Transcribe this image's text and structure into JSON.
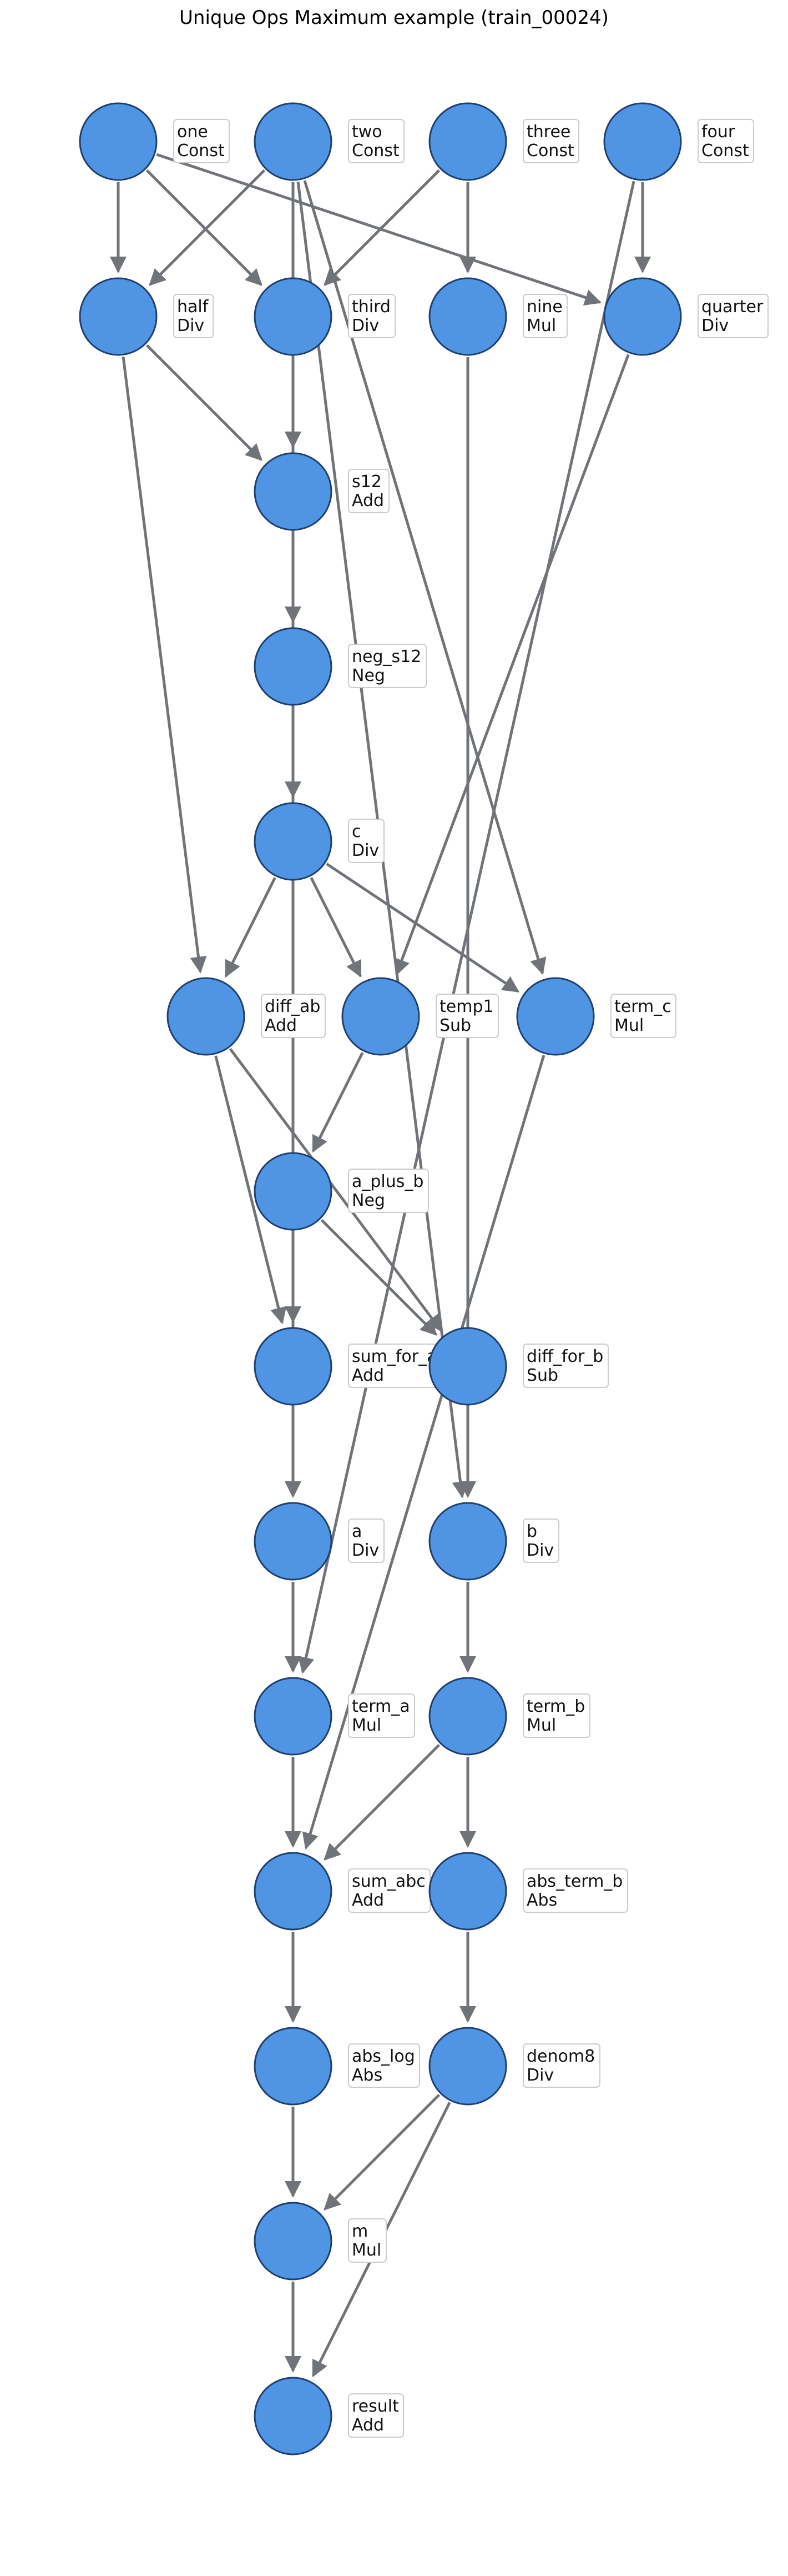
{
  "title": "Unique Ops Maximum example (train_00024)",
  "colors": {
    "node_fill": "#5095e3",
    "node_stroke": "#1f3f6e",
    "edge": "#707478"
  },
  "nodes": [
    {
      "id": "one",
      "op": "Const"
    },
    {
      "id": "two",
      "op": "Const"
    },
    {
      "id": "three",
      "op": "Const"
    },
    {
      "id": "four",
      "op": "Const"
    },
    {
      "id": "half",
      "op": "Div"
    },
    {
      "id": "third",
      "op": "Div"
    },
    {
      "id": "nine",
      "op": "Mul"
    },
    {
      "id": "quarter",
      "op": "Div"
    },
    {
      "id": "s12",
      "op": "Add"
    },
    {
      "id": "neg_s12",
      "op": "Neg"
    },
    {
      "id": "c",
      "op": "Div"
    },
    {
      "id": "diff_ab",
      "op": "Add"
    },
    {
      "id": "temp1",
      "op": "Sub"
    },
    {
      "id": "term_c",
      "op": "Mul"
    },
    {
      "id": "a_plus_b",
      "op": "Neg"
    },
    {
      "id": "sum_for_a",
      "op": "Add"
    },
    {
      "id": "diff_for_b",
      "op": "Sub"
    },
    {
      "id": "a",
      "op": "Div"
    },
    {
      "id": "b",
      "op": "Div"
    },
    {
      "id": "term_a",
      "op": "Mul"
    },
    {
      "id": "term_b",
      "op": "Mul"
    },
    {
      "id": "sum_abc",
      "op": "Add"
    },
    {
      "id": "abs_term_b",
      "op": "Abs"
    },
    {
      "id": "abs_log",
      "op": "Abs"
    },
    {
      "id": "denom8",
      "op": "Div"
    },
    {
      "id": "m",
      "op": "Mul"
    },
    {
      "id": "result",
      "op": "Add"
    }
  ],
  "edges": [
    [
      "one",
      "half"
    ],
    [
      "one",
      "third"
    ],
    [
      "one",
      "quarter"
    ],
    [
      "two",
      "half"
    ],
    [
      "two",
      "s12"
    ],
    [
      "two",
      "b"
    ],
    [
      "two",
      "term_c"
    ],
    [
      "three",
      "third"
    ],
    [
      "three",
      "nine"
    ],
    [
      "four",
      "quarter"
    ],
    [
      "four",
      "term_a"
    ],
    [
      "half",
      "s12"
    ],
    [
      "half",
      "diff_ab"
    ],
    [
      "third",
      "s12"
    ],
    [
      "third",
      "sum_for_a"
    ],
    [
      "nine",
      "b"
    ],
    [
      "quarter",
      "temp1"
    ],
    [
      "s12",
      "neg_s12"
    ],
    [
      "neg_s12",
      "c"
    ],
    [
      "c",
      "diff_ab"
    ],
    [
      "c",
      "temp1"
    ],
    [
      "c",
      "term_c"
    ],
    [
      "c",
      "a"
    ],
    [
      "diff_ab",
      "sum_for_a"
    ],
    [
      "diff_ab",
      "diff_for_b"
    ],
    [
      "temp1",
      "a_plus_b"
    ],
    [
      "term_c",
      "sum_abc"
    ],
    [
      "a_plus_b",
      "diff_for_b"
    ],
    [
      "sum_for_a",
      "a"
    ],
    [
      "diff_for_b",
      "b"
    ],
    [
      "a",
      "term_a"
    ],
    [
      "b",
      "term_b"
    ],
    [
      "term_a",
      "sum_abc"
    ],
    [
      "term_b",
      "sum_abc"
    ],
    [
      "term_b",
      "abs_term_b"
    ],
    [
      "sum_abc",
      "abs_log"
    ],
    [
      "abs_term_b",
      "denom8"
    ],
    [
      "abs_log",
      "m"
    ],
    [
      "denom8",
      "m"
    ],
    [
      "denom8",
      "result"
    ],
    [
      "m",
      "result"
    ]
  ]
}
